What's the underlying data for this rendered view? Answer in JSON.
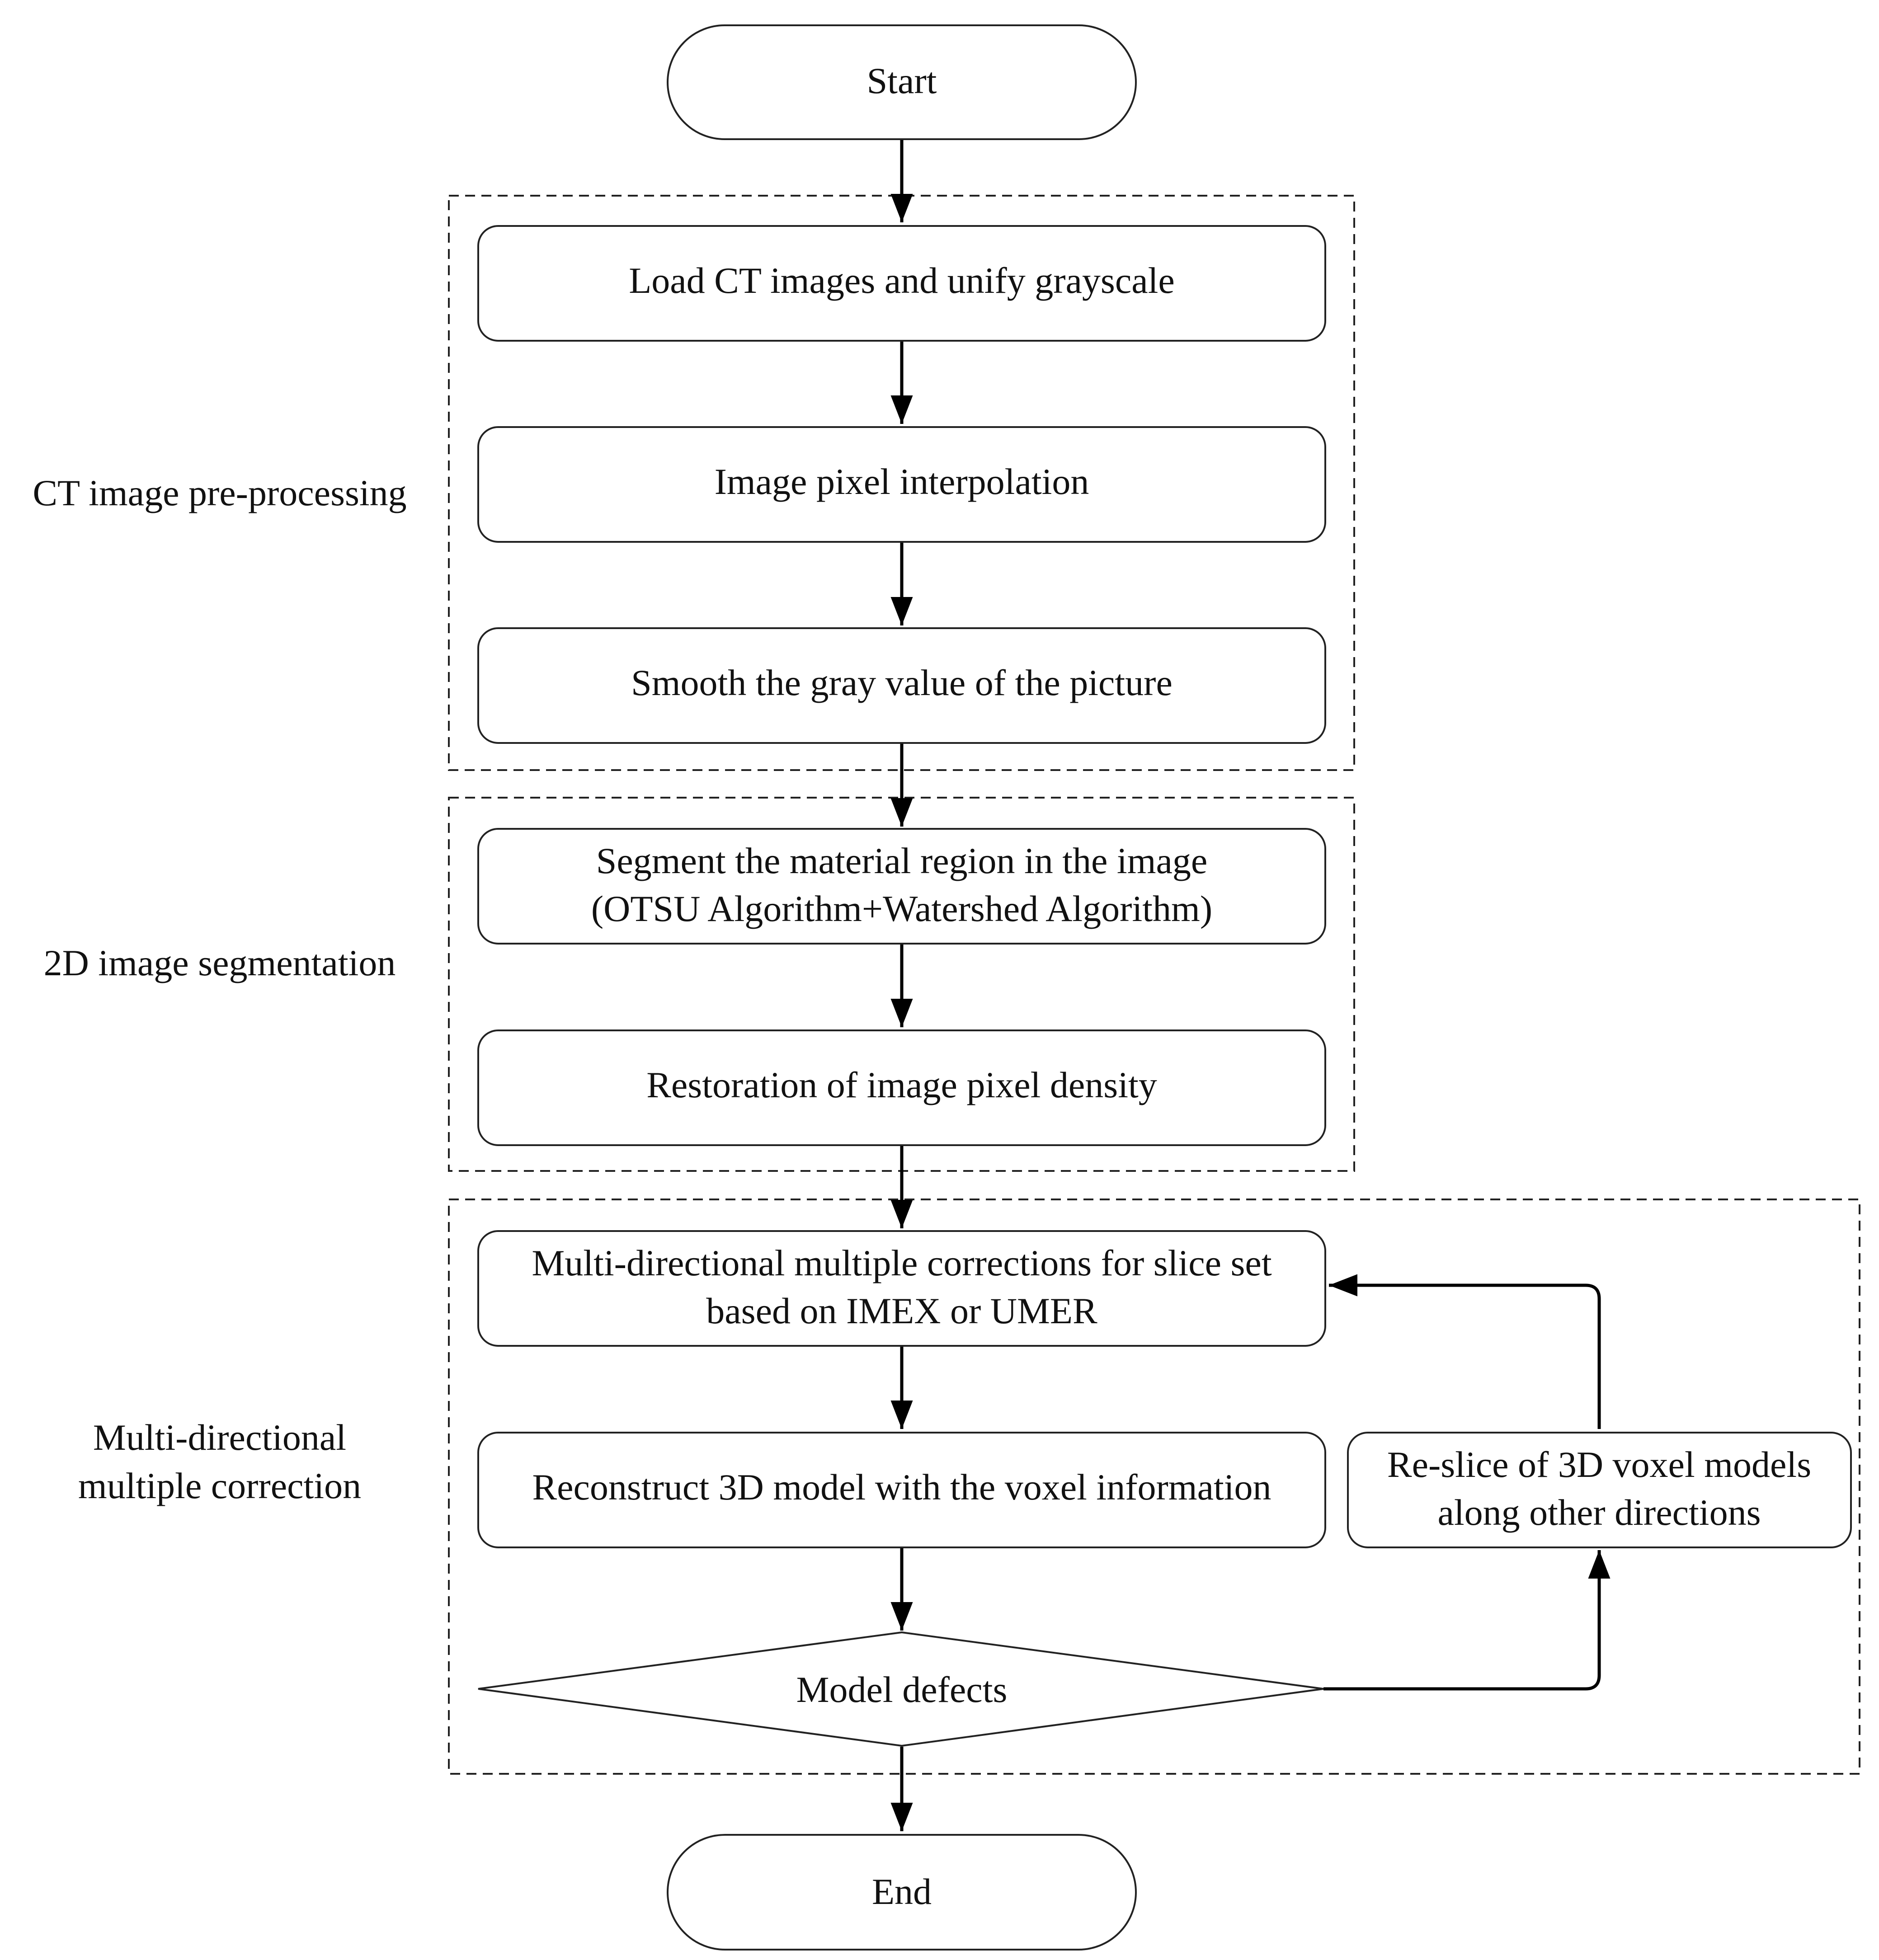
{
  "diagram": {
    "groups": {
      "preprocessing": "CT image pre-processing",
      "segmentation": "2D image segmentation",
      "correction_line1": "Multi-directional",
      "correction_line2": "multiple correction"
    },
    "nodes": {
      "start": "Start",
      "load": "Load CT images and unify grayscale",
      "interp": "Image pixel interpolation",
      "smooth": "Smooth the gray value of the picture",
      "segment_line1": "Segment the material region in the image",
      "segment_line2": "(OTSU Algorithm+Watershed Algorithm)",
      "restore": "Restoration of image pixel density",
      "multi_line1": "Multi-directional multiple corrections for slice set",
      "multi_line2": "based on IMEX or UMER",
      "reconstruct": "Reconstruct 3D model with the voxel information",
      "reslice_line1": "Re-slice of 3D voxel models",
      "reslice_line2": "along other directions",
      "decision": "Model defects",
      "end": "End"
    }
  }
}
